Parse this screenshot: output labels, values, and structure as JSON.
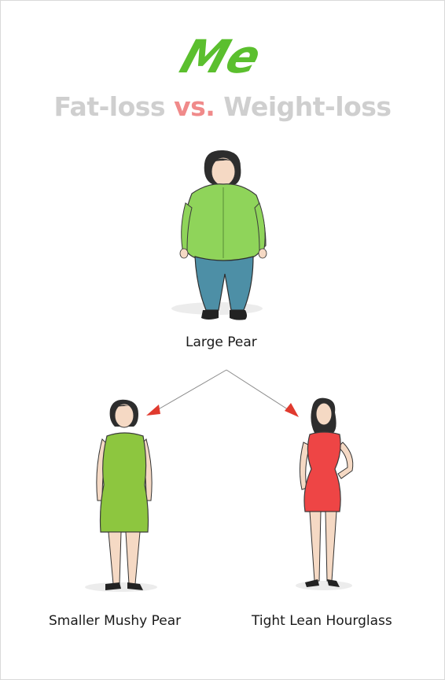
{
  "logo": {
    "text": "Me",
    "color": "#5bbf2e"
  },
  "title": {
    "part1": "Fat-loss ",
    "vs": "vs.",
    "part2": " Weight-loss"
  },
  "figures": {
    "large_pear": {
      "label": "Large Pear",
      "shirt_color": "#8fd45a",
      "pants_color": "#4d8fa6"
    },
    "smaller_mushy_pear": {
      "label": "Smaller Mushy Pear",
      "dress_color": "#8dc63f"
    },
    "tight_lean_hourglass": {
      "label": "Tight Lean Hourglass",
      "dress_color": "#ee4545"
    }
  },
  "colors": {
    "title": "#cfcfcf",
    "vs": "#f08a8a",
    "arrow_head": "#e03a2e",
    "line": "#8a8a8a"
  }
}
